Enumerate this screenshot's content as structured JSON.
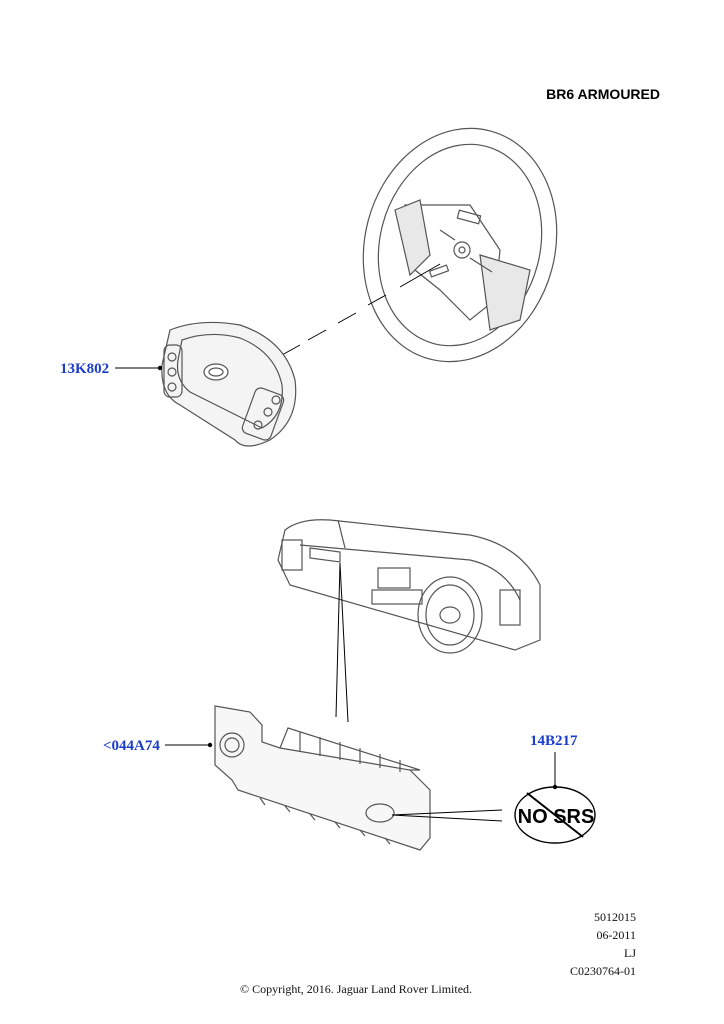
{
  "diagram": {
    "title": "BR6 ARMOURED",
    "callouts": {
      "c1": "13K802",
      "c2": "<044A74",
      "c3": "14B217"
    },
    "label_text": "NO SRS",
    "meta": [
      "5012015",
      "06-2011",
      "LJ",
      "C0230764-01"
    ],
    "copyright": "© Copyright, 2016. Jaguar Land Rover Limited."
  }
}
